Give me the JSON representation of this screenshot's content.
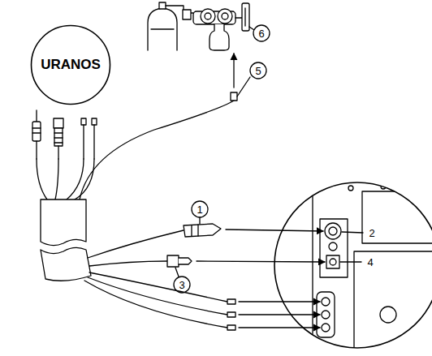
{
  "diagram": {
    "nodes": [
      {
        "text": [
          "URANOS"
        ]
      }
    ],
    "labels": [
      "1",
      "2",
      "3",
      "4",
      "5",
      "6"
    ]
  }
}
